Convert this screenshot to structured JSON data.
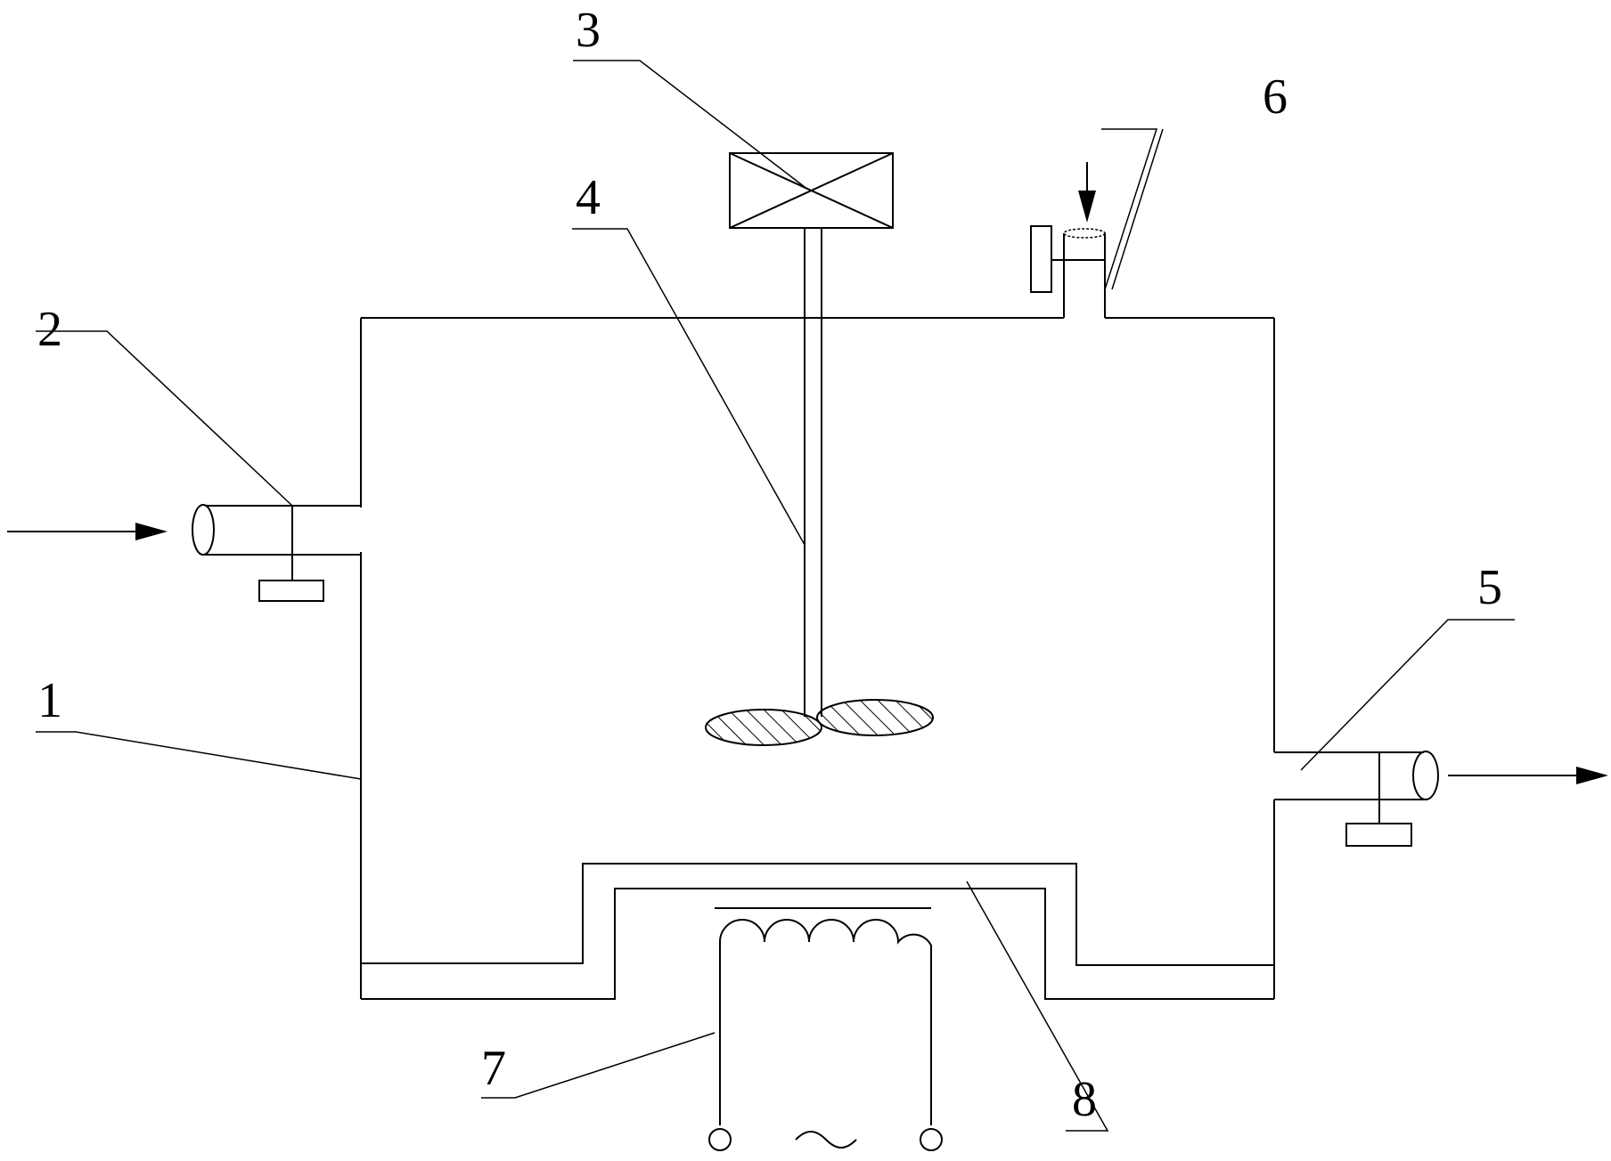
{
  "labels": {
    "l1": "1",
    "l2": "2",
    "l3": "3",
    "l4": "4",
    "l5": "5",
    "l6": "6",
    "l7": "7",
    "l8": "8"
  },
  "colors": {
    "stroke": "#000000",
    "background": "#ffffff"
  }
}
